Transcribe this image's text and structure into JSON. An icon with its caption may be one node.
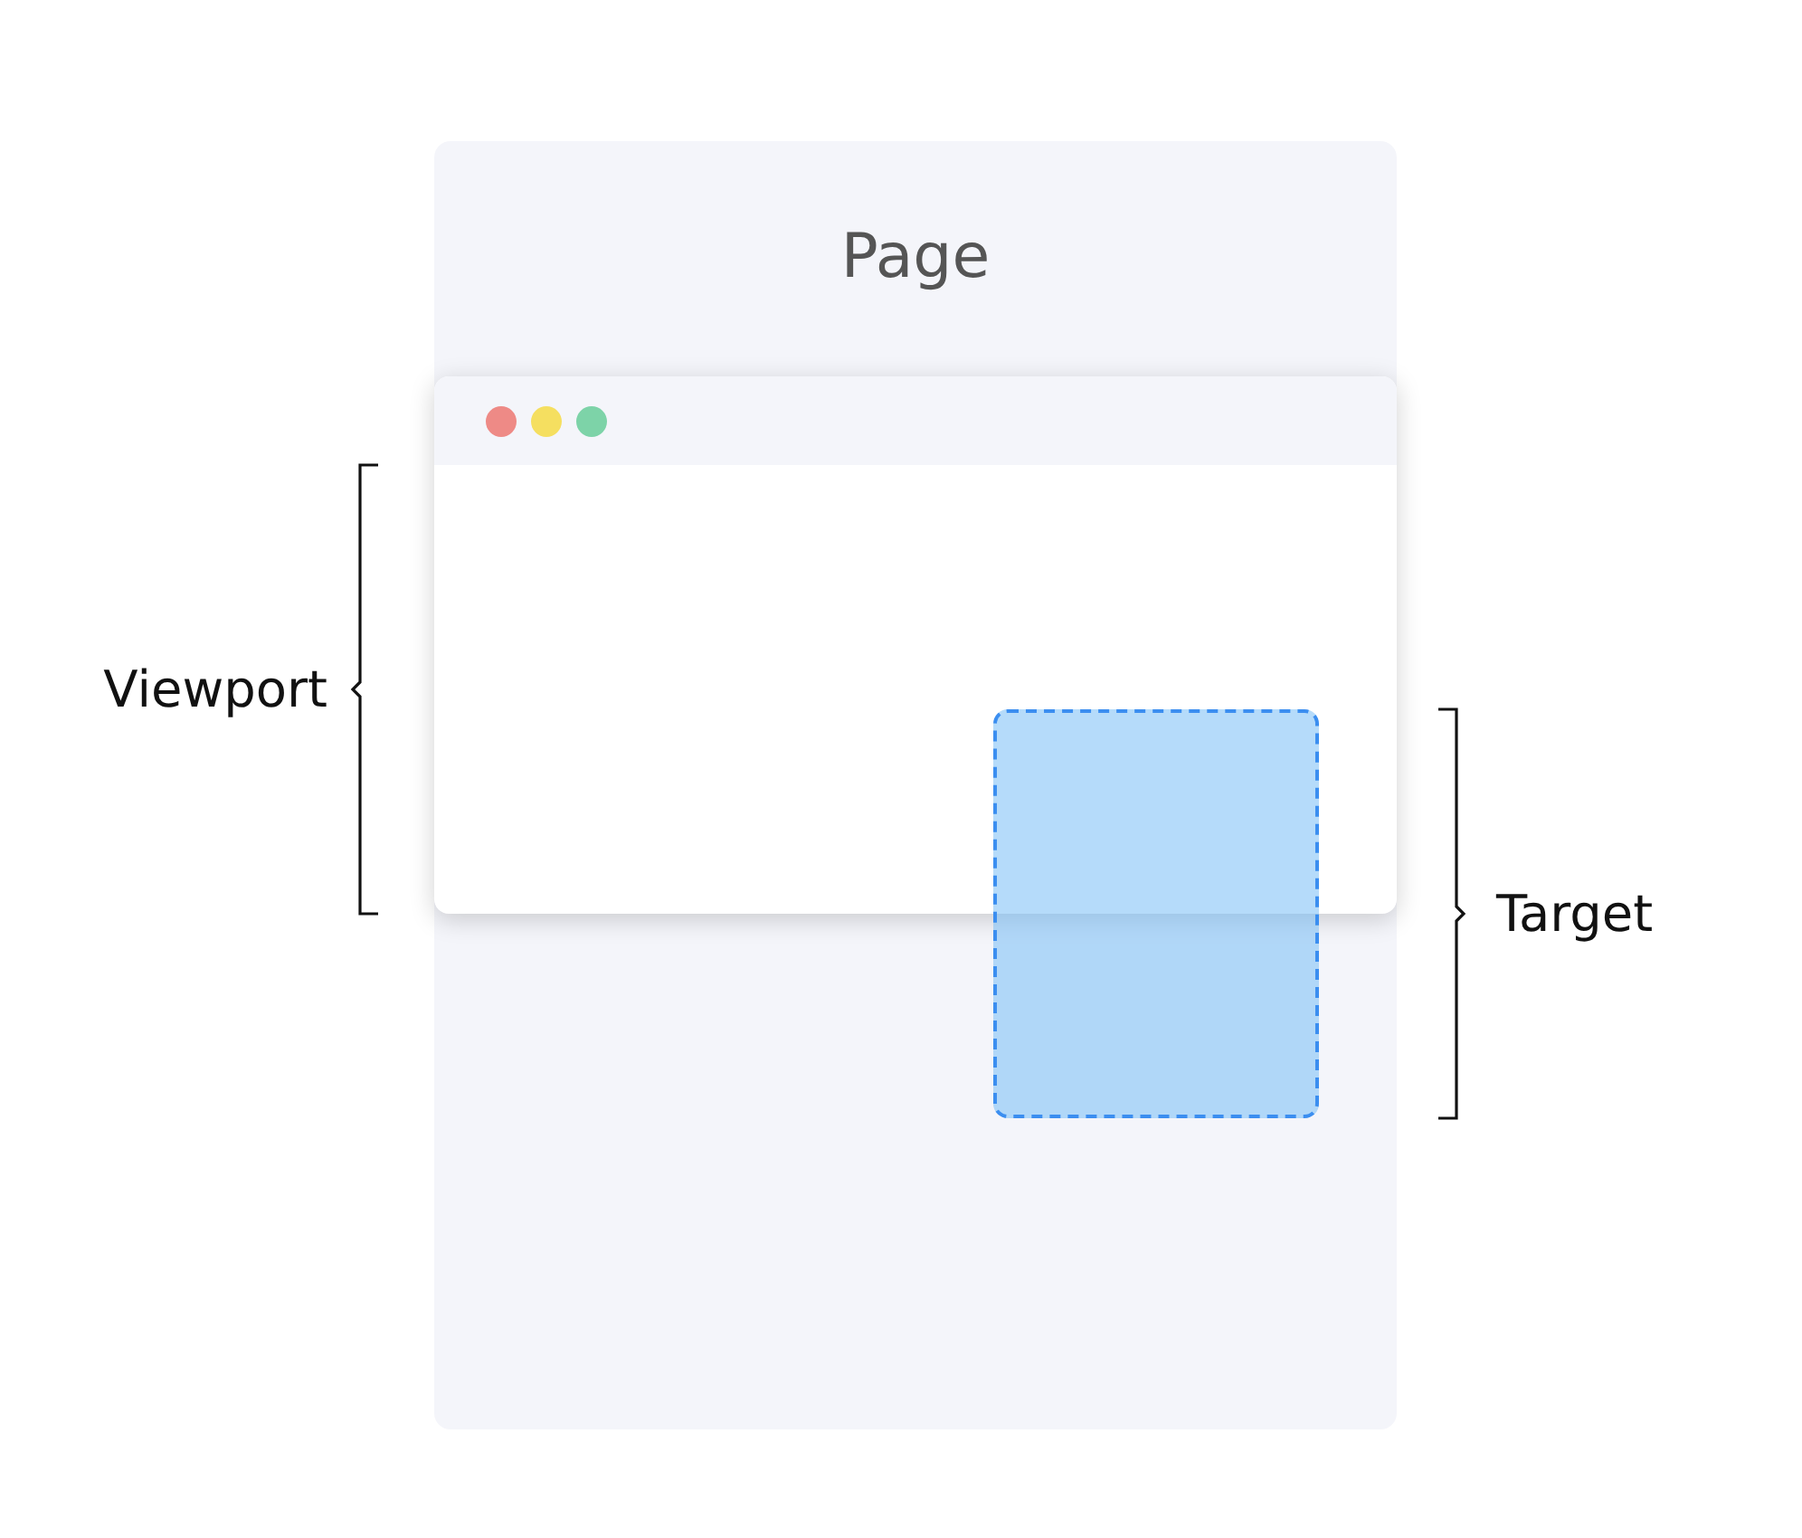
{
  "diagram": {
    "nodes": [
      {
        "text": [
          "Page"
        ]
      },
      {
        "text": [],
        "shape": "window",
        "in": 0,
        "beside": [
          "Viewport"
        ]
      },
      {
        "text": [],
        "shape": "box",
        "in": 0
      }
    ],
    "labels": [
      "Target"
    ]
  }
}
